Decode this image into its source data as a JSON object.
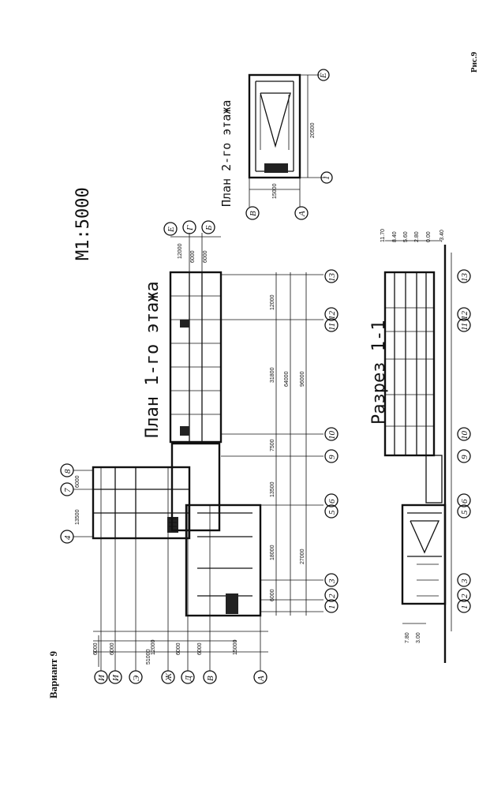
{
  "header": {
    "variant": "Вариант 9",
    "figure": "Рис.9"
  },
  "scale": "М1:5000",
  "titles": {
    "plan1": "План 1-го этажа",
    "plan2": "План 2-го этажа",
    "section": "Разрез 1-1"
  },
  "plan1": {
    "left_axes": [
      "И",
      "И",
      "Э",
      "Ж",
      "Д",
      "В",
      "А"
    ],
    "left_dims": [
      "6000",
      "6000",
      "12000",
      "6000",
      "6000",
      "15000"
    ],
    "left_total": "51000",
    "top_axes": [
      "4",
      "7",
      "8"
    ],
    "top_dims": [
      "13500",
      "6000"
    ],
    "right_axes": [
      "Е",
      "Г",
      "Б"
    ],
    "right_dims": [
      "12000",
      "6000",
      "6000"
    ],
    "bottom_axes": [
      "1",
      "2",
      "3",
      "5",
      "6",
      "9",
      "10",
      "11",
      "12",
      "13"
    ],
    "bottom_dims": [
      "6000",
      "18000",
      "13500",
      "7500",
      "31800",
      "12000"
    ],
    "totals": [
      "27000",
      "64000",
      "96000"
    ]
  },
  "plan2": {
    "axes": [
      "В",
      "А",
      "Е",
      "1"
    ],
    "dims": [
      "15000",
      "20500"
    ]
  },
  "section": {
    "elevations_right": [
      "11.70",
      "8.40",
      "5.60",
      "2.80",
      "0.00",
      "-3.40"
    ],
    "elevations_left": [
      "7.80",
      "3.00"
    ],
    "axes": [
      "1",
      "2",
      "3",
      "5",
      "6",
      "9",
      "10",
      "11",
      "12",
      "13"
    ]
  }
}
